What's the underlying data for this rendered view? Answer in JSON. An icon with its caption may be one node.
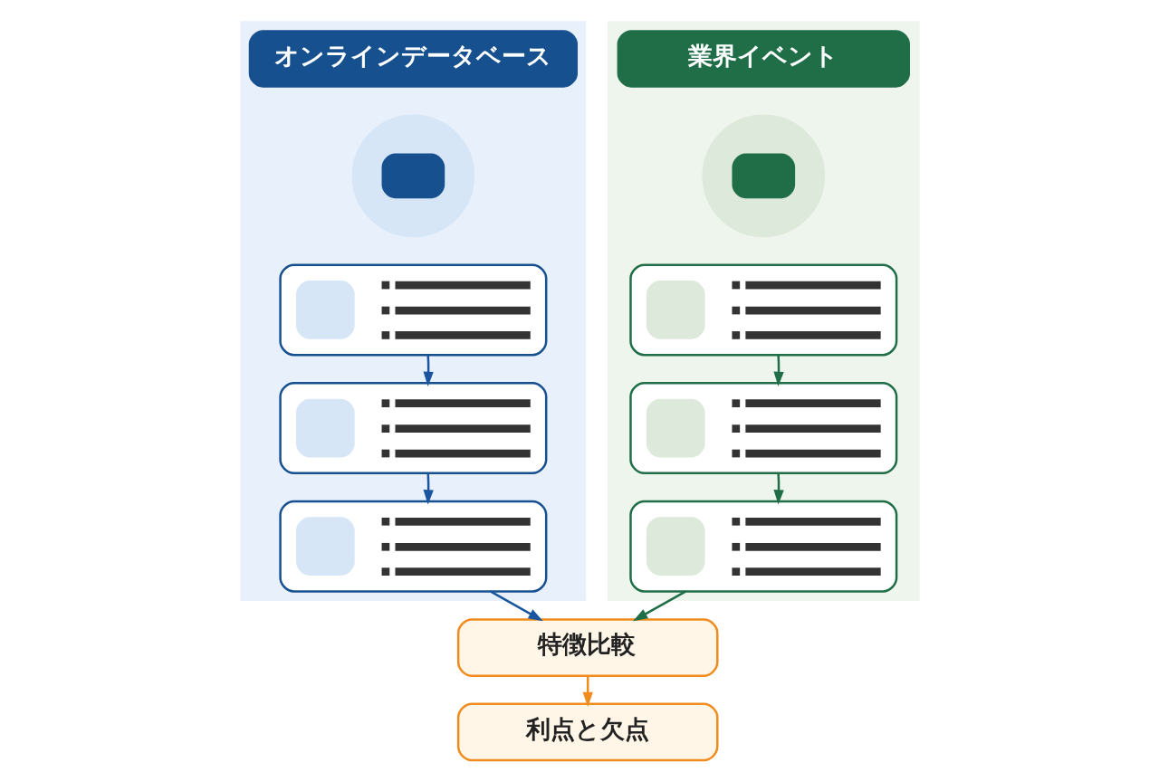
{
  "diagram": {
    "nodes": [
      {
        "text": [],
        "shape": "band"
      },
      {
        "text": [
          "オンラインデータベース"
        ],
        "in": 0
      },
      {
        "text": [],
        "shape": "picture",
        "in": 0
      },
      {
        "text": [],
        "shape": "box",
        "in": 0
      },
      {
        "text": [],
        "shape": "box",
        "in": 0
      },
      {
        "text": [],
        "shape": "box",
        "in": 0
      },
      {
        "text": [],
        "shape": "band"
      },
      {
        "text": [
          "業界イベント"
        ],
        "in": 6
      },
      {
        "text": [],
        "shape": "picture",
        "in": 6
      },
      {
        "text": [],
        "shape": "box",
        "in": 6
      },
      {
        "text": [],
        "shape": "box",
        "in": 6
      },
      {
        "text": [],
        "shape": "box",
        "in": 6
      },
      {
        "text": [
          "特徴比較"
        ]
      },
      {
        "text": [
          "利点と欠点"
        ]
      }
    ],
    "edges": [
      {
        "from": 3,
        "to": 4,
        "arrow": "to",
        "color": "#1a56a0"
      },
      {
        "from": 4,
        "to": 5,
        "arrow": "to",
        "color": "#1a56a0"
      },
      {
        "from": 9,
        "to": 10,
        "arrow": "to",
        "color": "#1f6e47"
      },
      {
        "from": 10,
        "to": 11,
        "arrow": "to",
        "color": "#1f6e47"
      },
      {
        "from": 5,
        "to": 12,
        "arrow": "to",
        "color": "#1a56a0"
      },
      {
        "from": 11,
        "to": 12,
        "arrow": "to",
        "color": "#1f6e47"
      },
      {
        "from": 12,
        "to": 13,
        "arrow": "to",
        "color": "#f08c1e"
      }
    ]
  }
}
